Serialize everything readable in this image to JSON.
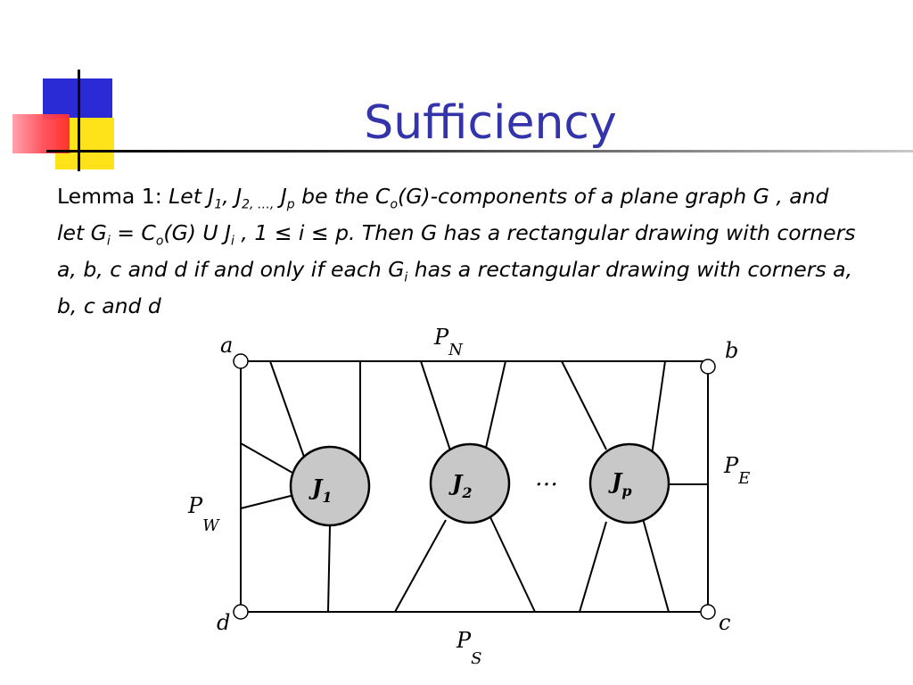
{
  "slide": {
    "title": "Sufficiency",
    "lemma_label": "Lemma 1:",
    "lemma": {
      "let": "Let J",
      "j1_sub": "1",
      "sep1": ", J",
      "j2_sub": "2, …,",
      "sep2": " J",
      "jp_sub": "p",
      "be_the": " be the C",
      "co_sub1": "o",
      "components": "(G)-components of a plane graph G , and let G",
      "gi_sub": "i",
      "eq": " = C",
      "co_sub2": "o",
      "union": "(G) U J",
      "ji_sub": "i",
      "range": " , 1 ≤ i ≤ p. Then G has a rectangular drawing with corners a, b, c and d if and only if each G",
      "gi_sub2": "i",
      "conclusion": " has a rectangular drawing with corners a, b, c and d"
    }
  },
  "diagram": {
    "corners": {
      "a": "a",
      "b": "b",
      "c": "c",
      "d": "d"
    },
    "paths": {
      "north": "P",
      "north_sub": "N",
      "east": "P",
      "east_sub": "E",
      "south": "P",
      "south_sub": "S",
      "west": "P",
      "west_sub": "W"
    },
    "components": [
      {
        "name": "J",
        "sub": "1"
      },
      {
        "name": "J",
        "sub": "2"
      },
      {
        "name": "J",
        "sub": "p"
      }
    ],
    "ellipsis": "…"
  },
  "colors": {
    "title": "#3333aa",
    "deco_blue": "#2b2bd6",
    "deco_red": "#ff3a44",
    "deco_yellow": "#ffe31a",
    "component_fill": "#c8c8c8"
  }
}
